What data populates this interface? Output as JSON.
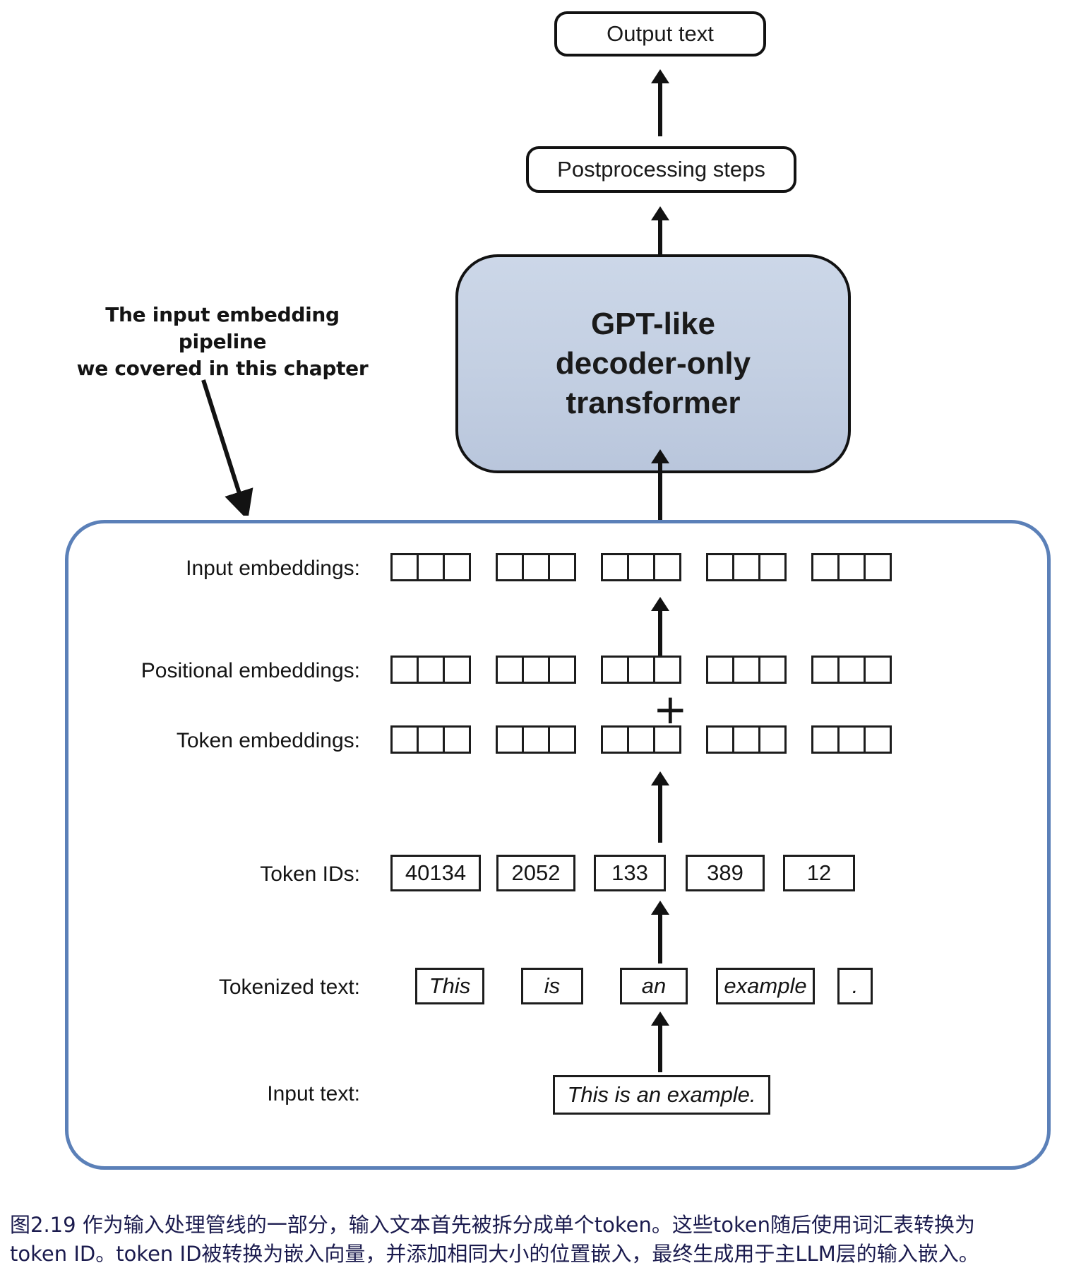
{
  "flow": {
    "output_text": "Output text",
    "postprocessing": "Postprocessing steps",
    "gpt_line1": "GPT-like",
    "gpt_line2": "decoder-only",
    "gpt_line3": "transformer"
  },
  "annotation": {
    "line1": "The input embedding pipeline",
    "line2": "we covered in this chapter"
  },
  "rows": {
    "input_embeddings_label": "Input embeddings:",
    "positional_embeddings_label": "Positional embeddings:",
    "token_embeddings_label": "Token embeddings:",
    "token_ids_label": "Token IDs:",
    "tokenized_text_label": "Tokenized text:",
    "input_text_label": "Input text:"
  },
  "plus_symbol": "+",
  "token_ids": [
    "40134",
    "2052",
    "133",
    "389",
    "12"
  ],
  "tokens": [
    "This",
    "is",
    "an",
    "example",
    "."
  ],
  "input_text_value": "This is an example.",
  "embedding_groups": 5,
  "embedding_cells_per_group": 3,
  "caption": {
    "line1": "图2.19 作为输入处理管线的一部分，输入文本首先被拆分成单个token。这些token随后使用词汇表转换为",
    "line2": "token ID。token ID被转换为嵌入向量，并添加相同大小的位置嵌入，最终生成用于主LLM层的输入嵌入。"
  },
  "colors": {
    "gpt_box_fill": "#c3cfe2",
    "container_border": "#5b80b8",
    "stroke": "#121212",
    "caption_text": "#1b1b4e"
  }
}
